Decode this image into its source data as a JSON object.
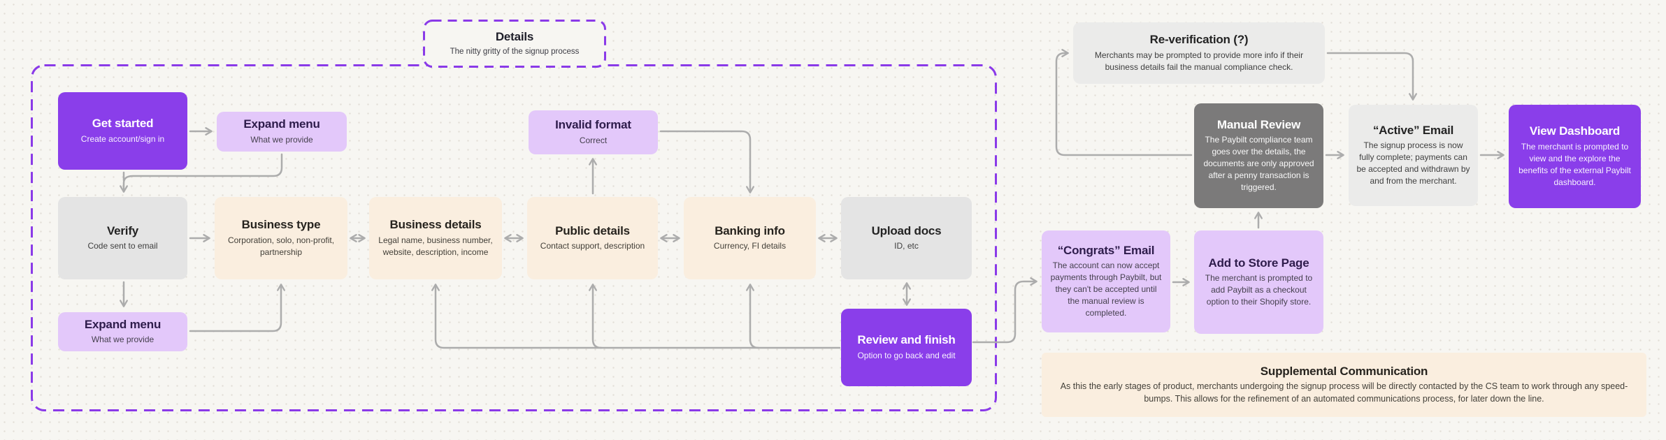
{
  "colors": {
    "canvas_bg": "#F7F6F2",
    "dot_grid": "#E2DED7",
    "accent_purple": "#8A3EEA",
    "lilac": "#E3C8FA",
    "cream": "#FAEEDF",
    "gray_box": "#E4E4E4",
    "light_gray_box": "#EBEBEA",
    "dark_gray_box": "#7B7A7A",
    "dashed_border": "#8A3AE8",
    "arrow": "#ACACAC"
  },
  "details_frame": {
    "title": "Details",
    "subtitle": "The nitty gritty of the signup process"
  },
  "nodes": {
    "get_started": {
      "title": "Get started",
      "subtitle": "Create account/sign in"
    },
    "expand_menu_top": {
      "title": "Expand menu",
      "subtitle": "What we provide"
    },
    "invalid_format": {
      "title": "Invalid format",
      "subtitle": "Correct"
    },
    "verify": {
      "title": "Verify",
      "subtitle": "Code sent to email"
    },
    "business_type": {
      "title": "Business type",
      "subtitle": "Corporation, solo, non-profit, partnership"
    },
    "business_details": {
      "title": "Business details",
      "subtitle": "Legal name, business number, website, description, income"
    },
    "public_details": {
      "title": "Public details",
      "subtitle": "Contact support, description"
    },
    "banking_info": {
      "title": "Banking info",
      "subtitle": "Currency, FI details"
    },
    "upload_docs": {
      "title": "Upload docs",
      "subtitle": "ID, etc"
    },
    "expand_menu_bottom": {
      "title": "Expand menu",
      "subtitle": "What we provide"
    },
    "review_finish": {
      "title": "Review and finish",
      "subtitle": "Option to go back and edit"
    },
    "re_verification": {
      "title": "Re-verification (?)",
      "subtitle": "Merchants may be prompted to provide more info if their business details fail the manual compliance check."
    },
    "manual_review": {
      "title": "Manual Review",
      "subtitle": "The Paybilt compliance team goes over the details, the documents are only approved after a penny transaction is triggered."
    },
    "active_email": {
      "title": "“Active” Email",
      "subtitle": "The signup process is now fully complete; payments can be accepted and withdrawn by and from the merchant."
    },
    "view_dashboard": {
      "title": "View Dashboard",
      "subtitle": "The merchant is prompted to view and the explore the benefits of the external Paybilt dashboard."
    },
    "congrats_email": {
      "title": "“Congrats” Email",
      "subtitle": "The account can now accept payments through Paybilt, but they can't be accepted until the manual review is completed."
    },
    "add_to_store": {
      "title": "Add to Store Page",
      "subtitle": "The merchant is prompted to add Paybilt as a checkout option to their Shopify store."
    },
    "supplemental": {
      "title": "Supplemental Communication",
      "subtitle": "As this the early stages of product, merchants undergoing the signup process will be directly contacted by the CS team to work through any speed-bumps. This allows for the refinement of an automated communications process, for later down the line."
    }
  }
}
